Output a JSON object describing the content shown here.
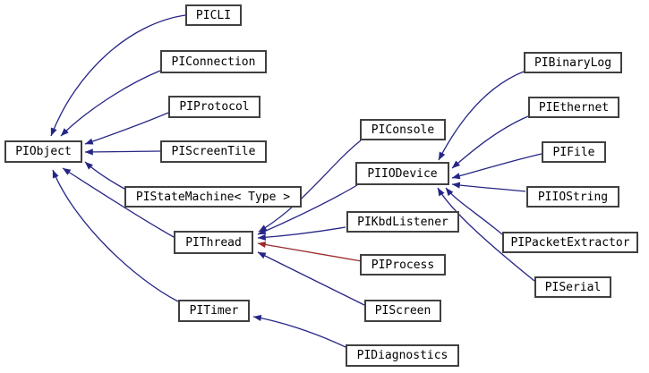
{
  "diagram": {
    "kind": "class-inheritance-graph",
    "background": "#ffffff",
    "palette": {
      "edge_public": "#252586",
      "edge_highlight": "#9a2b2b",
      "node_border": "#404040",
      "node_fill": "#ffffff",
      "node_text": "#000000"
    },
    "nodes": [
      {
        "id": "PIObject",
        "label": "PIObject"
      },
      {
        "id": "PICLI",
        "label": "PICLI"
      },
      {
        "id": "PIConnection",
        "label": "PIConnection"
      },
      {
        "id": "PIProtocol",
        "label": "PIProtocol"
      },
      {
        "id": "PIScreenTile",
        "label": "PIScreenTile"
      },
      {
        "id": "PIStateMachine",
        "label": "PIStateMachine< Type >"
      },
      {
        "id": "PIThread",
        "label": "PIThread"
      },
      {
        "id": "PITimer",
        "label": "PITimer"
      },
      {
        "id": "PIConsole",
        "label": "PIConsole"
      },
      {
        "id": "PIIODevice",
        "label": "PIIODevice"
      },
      {
        "id": "PIKbdListener",
        "label": "PIKbdListener"
      },
      {
        "id": "PIProcess",
        "label": "PIProcess"
      },
      {
        "id": "PIScreen",
        "label": "PIScreen"
      },
      {
        "id": "PIDiagnostics",
        "label": "PIDiagnostics"
      },
      {
        "id": "PIBinaryLog",
        "label": "PIBinaryLog"
      },
      {
        "id": "PIEthernet",
        "label": "PIEthernet"
      },
      {
        "id": "PIFile",
        "label": "PIFile"
      },
      {
        "id": "PIIOString",
        "label": "PIIOString"
      },
      {
        "id": "PIPacketExtractor",
        "label": "PIPacketExtractor"
      },
      {
        "id": "PISerial",
        "label": "PISerial"
      }
    ],
    "edges": [
      {
        "from": "PICLI",
        "to": "PIObject",
        "color": "blue"
      },
      {
        "from": "PIConnection",
        "to": "PIObject",
        "color": "blue"
      },
      {
        "from": "PIProtocol",
        "to": "PIObject",
        "color": "blue"
      },
      {
        "from": "PIScreenTile",
        "to": "PIObject",
        "color": "blue"
      },
      {
        "from": "PIStateMachine",
        "to": "PIObject",
        "color": "blue"
      },
      {
        "from": "PIThread",
        "to": "PIObject",
        "color": "blue"
      },
      {
        "from": "PITimer",
        "to": "PIObject",
        "color": "blue"
      },
      {
        "from": "PIConsole",
        "to": "PIThread",
        "color": "blue"
      },
      {
        "from": "PIIODevice",
        "to": "PIThread",
        "color": "blue"
      },
      {
        "from": "PIKbdListener",
        "to": "PIThread",
        "color": "blue"
      },
      {
        "from": "PIProcess",
        "to": "PIThread",
        "color": "red"
      },
      {
        "from": "PIScreen",
        "to": "PIThread",
        "color": "blue"
      },
      {
        "from": "PIBinaryLog",
        "to": "PIIODevice",
        "color": "blue"
      },
      {
        "from": "PIEthernet",
        "to": "PIIODevice",
        "color": "blue"
      },
      {
        "from": "PIFile",
        "to": "PIIODevice",
        "color": "blue"
      },
      {
        "from": "PIIOString",
        "to": "PIIODevice",
        "color": "blue"
      },
      {
        "from": "PIPacketExtractor",
        "to": "PIIODevice",
        "color": "blue"
      },
      {
        "from": "PISerial",
        "to": "PIIODevice",
        "color": "blue"
      },
      {
        "from": "PIDiagnostics",
        "to": "PITimer",
        "color": "blue"
      }
    ]
  }
}
